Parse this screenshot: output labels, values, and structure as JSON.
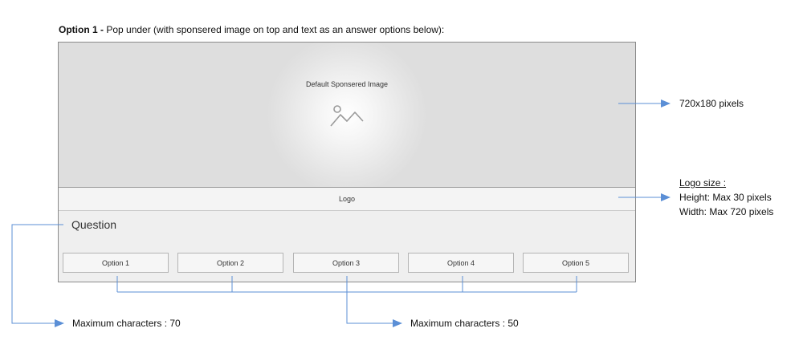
{
  "heading": {
    "bold": "Option 1 -",
    "rest": " Pop under (with sponsered image on top and text as an answer options below):"
  },
  "popup": {
    "sponsor_label": "Default Sponsered Image",
    "logo_label": "Logo",
    "question": "Question",
    "options": [
      "Option 1",
      "Option 2",
      "Option 3",
      "Option 4",
      "Option 5"
    ]
  },
  "annotations": {
    "image_size": "720x180 pixels",
    "logo_size_title": "Logo size :",
    "logo_height": "Height: Max 30 pixels",
    "logo_width": "Width: Max 720 pixels",
    "question_max": "Maximum characters : 70",
    "option_max": "Maximum characters : 50"
  },
  "colors": {
    "annotation_line": "#5b8fd6",
    "frame_border": "#8a8a8a"
  },
  "icons": {
    "sponsor": "image-placeholder-icon"
  }
}
